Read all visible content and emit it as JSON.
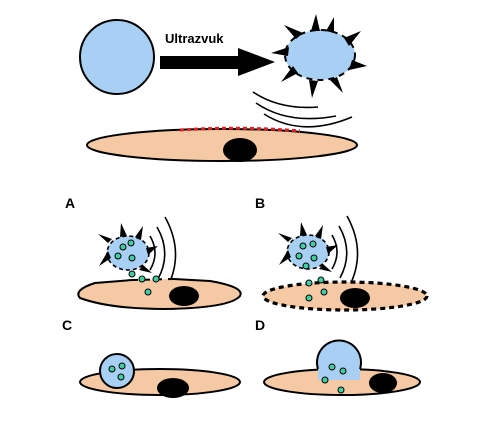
{
  "arrow_label": "Ultrazvuk",
  "panels": {
    "a": {
      "label": "A"
    },
    "b": {
      "label": "B"
    },
    "c": {
      "label": "C"
    },
    "d": {
      "label": "D"
    }
  },
  "colors": {
    "bubble": "#a8d0f5",
    "cell": "#f5c9a3",
    "nucleus": "#000000",
    "particle": "#3fcfa0",
    "disruption": "#e02020"
  }
}
